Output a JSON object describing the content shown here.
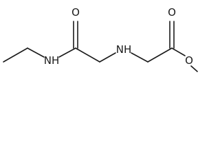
{
  "molecule": {
    "atoms": {
      "nh_amide": "NH",
      "o_amide": "O",
      "nh_amine": "NH",
      "o_carbonyl": "O",
      "o_ester": "O"
    }
  }
}
